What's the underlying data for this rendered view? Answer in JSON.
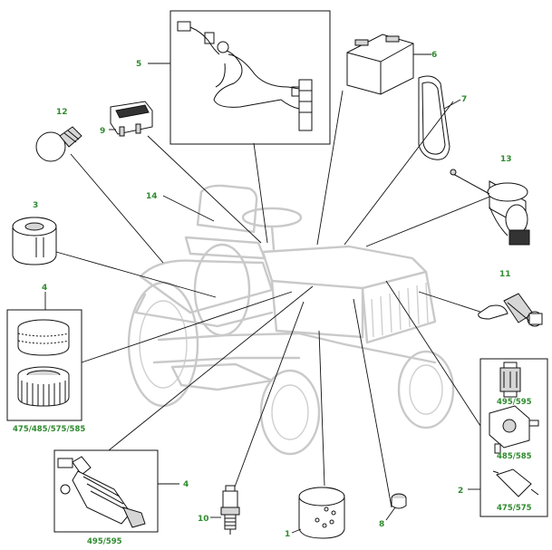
{
  "callouts": {
    "c1": "1",
    "c2": "2",
    "c3": "3",
    "c4a": "4",
    "c4b": "4",
    "c5": "5",
    "c6": "6",
    "c7": "7",
    "c8": "8",
    "c9": "9",
    "c10": "10",
    "c11": "11",
    "c12": "12",
    "c13": "13",
    "c14": "14"
  },
  "model_labels": {
    "air_filter_inset": "475/485/575/585",
    "fuel_filter_inset": "495/595",
    "fuel_part_a": "495/595",
    "fuel_part_b": "485/585",
    "fuel_part_c": "475/575"
  },
  "colors": {
    "callout": "#2e8b2e",
    "line": "#111111",
    "ghost": "#c9c9c9"
  }
}
